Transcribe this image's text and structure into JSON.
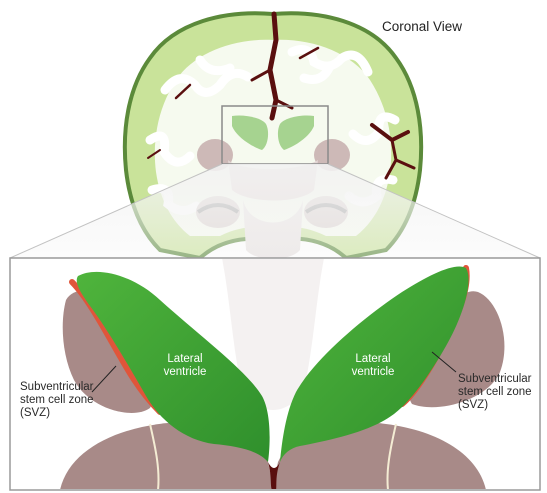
{
  "title": "Coronal View",
  "labels": {
    "lateral_ventricle_left": [
      "Lateral",
      "ventricle"
    ],
    "lateral_ventricle_right": [
      "Lateral",
      "ventricle"
    ],
    "svz_left": [
      "Subventricular",
      "stem cell zone",
      "(SVZ)"
    ],
    "svz_right": [
      "Subventricular",
      "stem cell zone",
      "(SVZ)"
    ]
  },
  "colors": {
    "cortex_outline": "#5b8a3a",
    "gray_matter": "#c9e39a",
    "white_matter": "#ffffff",
    "sulcus": "#5a0f0f",
    "ventricle_green": "#3aa133",
    "svz_red": "#e0553a",
    "tissue_mauve": "#a88a88",
    "frame_gray": "#9a9a9a"
  }
}
